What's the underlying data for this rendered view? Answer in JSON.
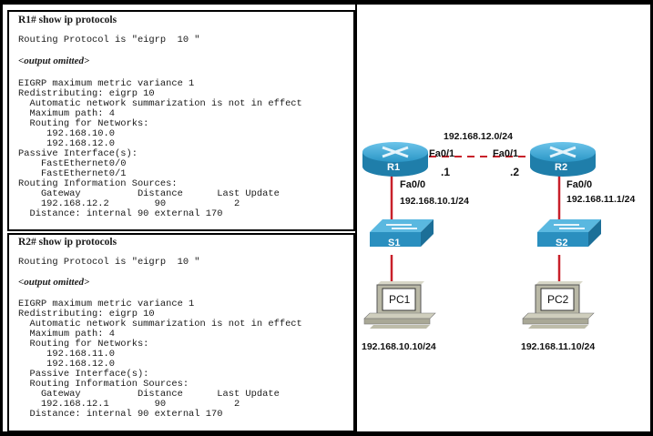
{
  "r1_output": {
    "prompt_command": "R1# show ip protocols",
    "lines": [
      "Routing Protocol is \"eigrp  10 \"",
      "<output omitted>",
      "EIGRP maximum metric variance 1",
      "Redistributing: eigrp 10",
      "  Automatic network summarization is not in effect",
      "  Maximum path: 4",
      "  Routing for Networks:",
      "     192.168.10.0",
      "     192.168.12.0",
      "Passive Interface(s):",
      "    FastEthernet0/0",
      "    FastEthernet0/1",
      "Routing Information Sources:",
      "    Gateway          Distance      Last Update",
      "    192.168.12.2        90            2",
      "  Distance: internal 90 external 170"
    ]
  },
  "r2_output": {
    "prompt_command": "R2# show ip protocols",
    "lines": [
      "Routing Protocol is \"eigrp  10 \"",
      "<output omitted>",
      "EIGRP maximum metric variance 1",
      "Redistributing: eigrp 10",
      "  Automatic network summarization is not in effect",
      "  Maximum path: 4",
      "  Routing for Networks:",
      "     192.168.11.0",
      "     192.168.12.0",
      "  Passive Interface(s):",
      "  Routing Information Sources:",
      "    Gateway          Distance      Last Update",
      "    192.168.12.1        90            2",
      "  Distance: internal 90 external 170"
    ]
  },
  "topology": {
    "link_network": "192.168.12.0/24",
    "r1": {
      "name": "R1",
      "wan_if": "Fa0/1",
      "wan_host": ".1",
      "lan_if": "Fa0/0",
      "lan_ip": "192.168.10.1/24"
    },
    "r2": {
      "name": "R2",
      "wan_if": "Fa0/1",
      "wan_host": ".2",
      "lan_if": "Fa0/0",
      "lan_ip": "192.168.11.1/24"
    },
    "s1": {
      "name": "S1"
    },
    "s2": {
      "name": "S2"
    },
    "pc1": {
      "name": "PC1",
      "ip": "192.168.10.10/24"
    },
    "pc2": {
      "name": "PC2",
      "ip": "192.168.11.10/24"
    },
    "colors": {
      "device": "#2f9ccc",
      "device_dark": "#1b6d95",
      "link": "#c8202a",
      "pc_body": "#c7c6b4"
    }
  }
}
